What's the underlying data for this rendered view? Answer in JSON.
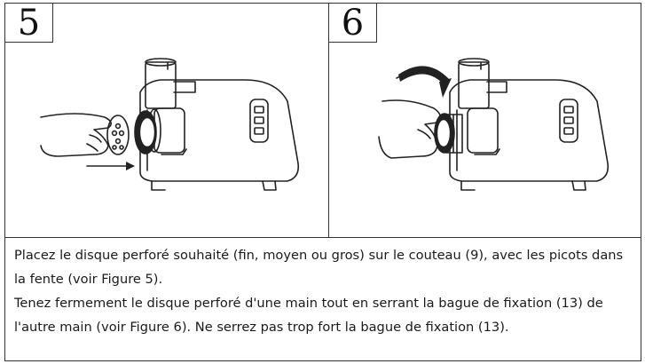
{
  "steps": [
    {
      "number": "5"
    },
    {
      "number": "6"
    }
  ],
  "caption": {
    "para1": "Placez le disque perforé souhaité (fin, moyen ou gros) sur le couteau (9), avec les picots dans la fente (voir Figure 5).",
    "para2": "Tenez fermement le disque perforé d'une main tout en serrant la bague de fixation (13) de l'autre main (voir Figure 6). Ne serrez pas trop fort la bague de fixation (13)."
  }
}
